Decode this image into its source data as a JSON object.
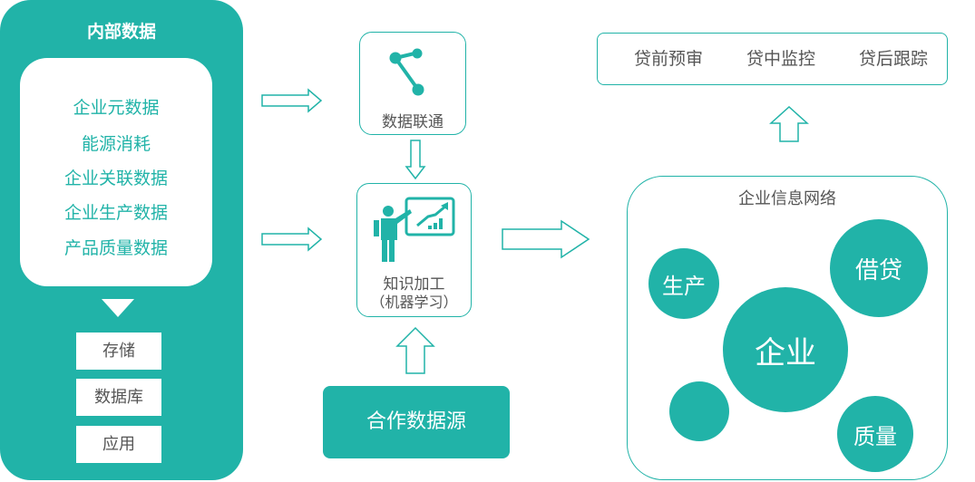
{
  "internal": {
    "title": "内部数据",
    "items": [
      "企业元数据",
      "能源消耗",
      "企业关联数据",
      "企业生产数据",
      "产品质量数据"
    ],
    "storage": [
      "存储",
      "数据库",
      "应用"
    ]
  },
  "middle": {
    "data_link_label": "数据联通",
    "knowledge_label_line1": "知识加工",
    "knowledge_label_line2": "（机器学习）",
    "partner_label": "合作数据源"
  },
  "stages": [
    "贷前预审",
    "贷中监控",
    "贷后跟踪"
  ],
  "network": {
    "title": "企业信息网络",
    "center": "企业",
    "production": "生产",
    "loan": "借贷",
    "quality": "质量",
    "unlabeled": ""
  },
  "colors": {
    "accent": "#21b3a8",
    "text_gray": "#555555"
  },
  "icons": {
    "share": "share-icon",
    "presenter": "presenter-chart-icon"
  }
}
